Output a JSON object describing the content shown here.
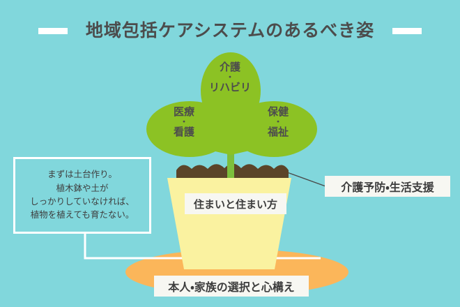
{
  "header": {
    "title": "地域包括ケアシステムのあるべき姿",
    "dash_left": "decorative-dash",
    "dash_right": "decorative-dash"
  },
  "plant": {
    "leaves": [
      {
        "id": "top",
        "line1": "介護",
        "sep": "・",
        "line2": "リハビリ"
      },
      {
        "id": "left",
        "line1": "医療",
        "sep": "・",
        "line2": "看護"
      },
      {
        "id": "right",
        "line1": "保健",
        "sep": "・",
        "line2": "福祉"
      }
    ],
    "stem_label": "stem",
    "soil_label": "soil"
  },
  "note": {
    "text": "まずは土台作り。\n植木鉢や土が\nしっかりしていなければ、\n植物を植えても育たない。"
  },
  "banners": {
    "housing": "住まいと住まい方",
    "prevention": "介護予防・生活支援",
    "choice": "本人・家族の選択と心構え"
  },
  "colors": {
    "background": "#81d7dc",
    "leaf_green": "#8cc224",
    "stem_green": "#7dbf3c",
    "pot_yellow": "#faf2a0",
    "soil_brown": "#5b4429",
    "ground_orange": "#fbb65a",
    "banner_white": "#f7f7f2",
    "text_dark": "#3d3d3d",
    "title_gray": "#4c4c4c"
  }
}
